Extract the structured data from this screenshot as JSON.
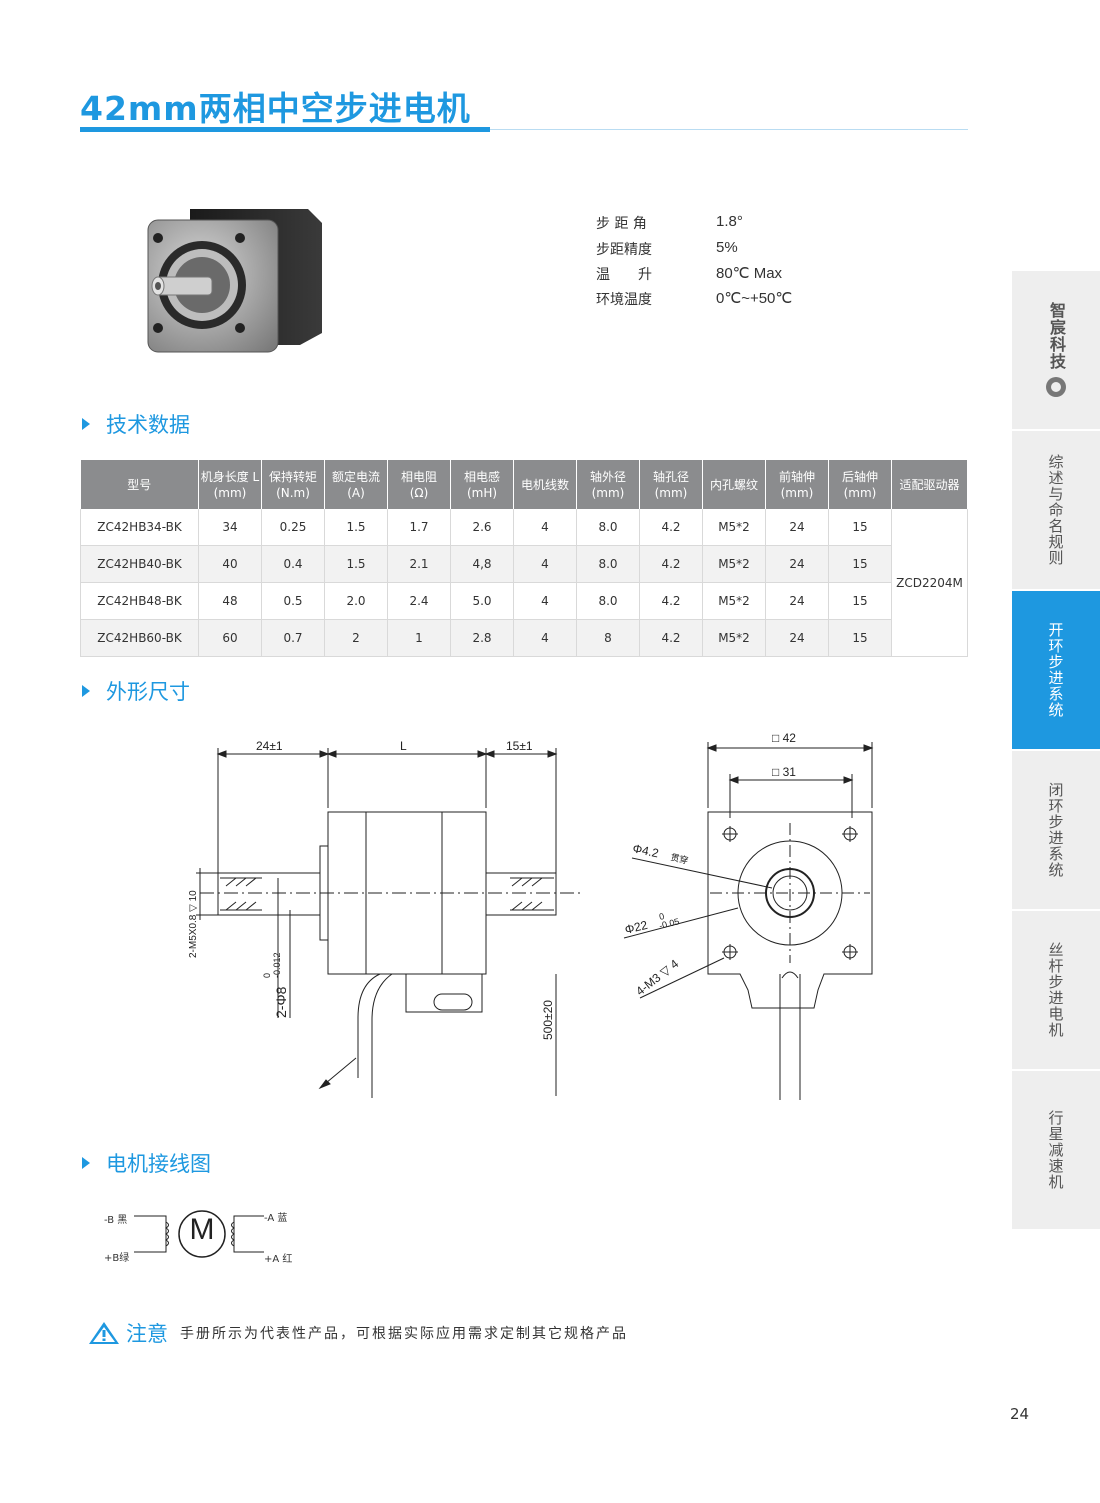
{
  "title": "42mm两相中空步进电机",
  "specs": [
    {
      "label": "步 距 角",
      "value": "1.8°"
    },
    {
      "label": "步距精度",
      "value": "5%"
    },
    {
      "label": "温　　升",
      "value": "80℃ Max"
    },
    {
      "label": "环境温度",
      "value": "0℃~+50℃"
    }
  ],
  "sections": {
    "tech": "技术数据",
    "dims": "外形尺寸",
    "wiring": "电机接线图"
  },
  "table": {
    "headers": [
      [
        "型号",
        ""
      ],
      [
        "机身长度 L",
        "(mm)"
      ],
      [
        "保持转矩",
        "(N.m)"
      ],
      [
        "额定电流",
        "(A)"
      ],
      [
        "相电阻",
        "(Ω)"
      ],
      [
        "相电感",
        "(mH)"
      ],
      [
        "电机线数",
        ""
      ],
      [
        "轴外径",
        "(mm)"
      ],
      [
        "轴孔径",
        "(mm)"
      ],
      [
        "内孔螺纹",
        ""
      ],
      [
        "前轴伸",
        "(mm)"
      ],
      [
        "后轴伸",
        "(mm)"
      ],
      [
        "适配驱动器",
        ""
      ]
    ],
    "rows": [
      [
        "ZC42HB34-BK",
        "34",
        "0.25",
        "1.5",
        "1.7",
        "2.6",
        "4",
        "8.0",
        "4.2",
        "M5*2",
        "24",
        "15"
      ],
      [
        "ZC42HB40-BK",
        "40",
        "0.4",
        "1.5",
        "2.1",
        "4,8",
        "4",
        "8.0",
        "4.2",
        "M5*2",
        "24",
        "15"
      ],
      [
        "ZC42HB48-BK",
        "48",
        "0.5",
        "2.0",
        "2.4",
        "5.0",
        "4",
        "8.0",
        "4.2",
        "M5*2",
        "24",
        "15"
      ],
      [
        "ZC42HB60-BK",
        "60",
        "0.7",
        "2",
        "1",
        "2.8",
        "4",
        "8",
        "4.2",
        "M5*2",
        "24",
        "15"
      ]
    ],
    "driver": "ZCD2204M"
  },
  "drawing": {
    "dim_front": "24±1",
    "dim_L": "L",
    "dim_rear": "15±1",
    "thread": "2-M5X0.8 ▽ 10",
    "shaft_dia": "2-Φ8",
    "shaft_tol_upper": "0",
    "shaft_tol_lower": "-0.012",
    "lead_len": "500±20",
    "sq42": "□ 42",
    "sq31": "□ 31",
    "hole": "Φ4.2",
    "hole_note": "贯穿",
    "pilot": "Φ22",
    "pilot_tol_upper": "0",
    "pilot_tol_lower": "-0.05",
    "mount": "4-M3 ▽ 4"
  },
  "wiring": {
    "b_minus": "-B 黑",
    "b_plus": "+B绿",
    "a_minus": "-A 蓝",
    "a_plus": "+A 红",
    "motor": "M"
  },
  "notice": {
    "title": "注意",
    "text": "手册所示为代表性产品，可根据实际应用需求定制其它规格产品"
  },
  "sidebar": {
    "logo_text": "智宸科技",
    "items": [
      "综述与命名规则",
      "开环步进系统",
      "闭环步进系统",
      "丝杆步进电机",
      "行星减速机"
    ],
    "active": "开环步进系统"
  },
  "colors": {
    "accent": "#1e98e0",
    "header_gray": "#8b8c8e",
    "sidebar_gray": "#eeeeee"
  },
  "page_number": "24"
}
